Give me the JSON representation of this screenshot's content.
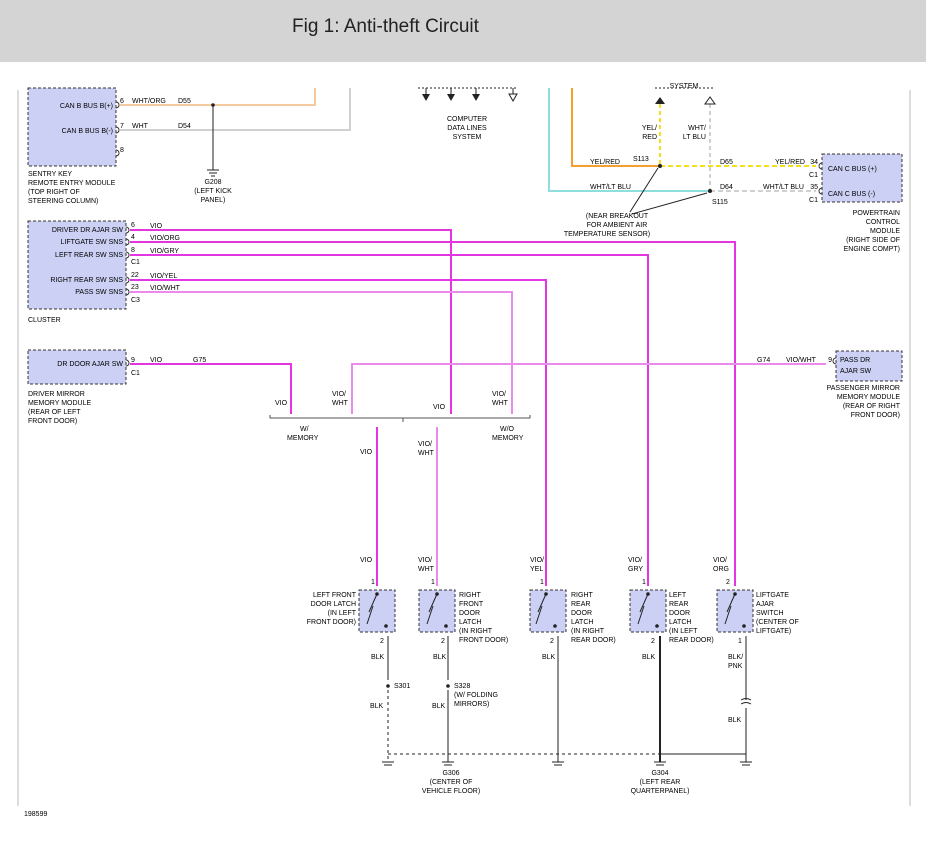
{
  "page": {
    "title": "Fig 1: Anti-theft Circuit",
    "figure_id": "198599"
  },
  "colors": {
    "title_bar": "#d4d4d4",
    "module_fill": "#ccd0f4",
    "violet": "#e236e2",
    "violet_white": "#ea8aea",
    "white_orange": "#f4caa0",
    "white": "#d0d0d0",
    "yellow_red": "#f3a030",
    "yellow_dash": "#f0e020",
    "white_lt_blue": "#8edede",
    "black": "#222222"
  },
  "sentry_key": {
    "pins": [
      "CAN B BUS B(+)",
      "CAN B BUS B(-)"
    ],
    "pin_nums": [
      "6",
      "7",
      "8"
    ],
    "wires": [
      "WHT/ORG",
      "WHT"
    ],
    "circuits": [
      "D55",
      "D54"
    ],
    "caption": [
      "SENTRY KEY",
      "REMOTE ENTRY MODULE",
      "(TOP RIGHT OF",
      "STEERING COLUMN)"
    ]
  },
  "g208": {
    "label": "G208",
    "caption": [
      "(LEFT KICK",
      "PANEL)"
    ]
  },
  "computer_data": [
    "COMPUTER",
    "DATA LINES",
    "SYSTEM"
  ],
  "system_partial": "SYSTEM",
  "splices": {
    "s113": "S113",
    "s115": "S115",
    "yel_red_vert": [
      "YEL/",
      "RED"
    ],
    "wht_lt_blu_vert": [
      "WHT/",
      "LT BLU"
    ],
    "yel_red": "YEL/RED",
    "wht_lt_blu": "WHT/LT BLU",
    "d65": "D65",
    "d64": "D64",
    "caption": [
      "(NEAR BREAKOUT",
      "FOR AMBIENT AIR",
      "TEMPERATURE SENSOR)"
    ]
  },
  "pcm": {
    "pins": [
      "CAN C BUS (+)",
      "CAN C BUS (-)"
    ],
    "pin_nums": [
      "34",
      "35"
    ],
    "connector": "C1",
    "caption": [
      "POWERTRAIN",
      "CONTROL",
      "MODULE",
      "(RIGHT SIDE OF",
      "ENGINE COMPT)"
    ]
  },
  "cluster": {
    "pins": [
      "DRIVER DR AJAR SW",
      "LIFTGATE SW SNS",
      "LEFT REAR SW SNS",
      "RIGHT REAR SW SNS",
      "PASS SW SNS"
    ],
    "pin_nums": [
      "6",
      "4",
      "8",
      "22",
      "23"
    ],
    "wires": [
      "VIO",
      "VIO/ORG",
      "VIO/GRY",
      "VIO/YEL",
      "VIO/WHT"
    ],
    "connectors": [
      "C1",
      "C3"
    ],
    "caption": "CLUSTER"
  },
  "driver_mirror": {
    "pin": "DR DOOR AJAR SW",
    "pin_num": "9",
    "connector": "C1",
    "wire": "VIO",
    "circuit": "G75",
    "caption": [
      "DRIVER MIRROR",
      "MEMORY MODULE",
      "(REAR OF LEFT",
      "FRONT DOOR)"
    ]
  },
  "pass_mirror": {
    "pin": [
      "PASS DR",
      "AJAR SW"
    ],
    "pin_num": "9",
    "wire": "VIO/WHT",
    "circuit": "G74",
    "caption": [
      "PASSENGER MIRROR",
      "MEMORY MODULE",
      "(REAR OF RIGHT",
      "FRONT DOOR)"
    ]
  },
  "options": {
    "vio": "VIO",
    "vio_wht": [
      "VIO/",
      "WHT"
    ],
    "with_memory": [
      "W/",
      "MEMORY"
    ],
    "without_memory": [
      "W/O",
      "MEMORY"
    ]
  },
  "latches": [
    {
      "wire": [
        "VIO"
      ],
      "caption": [
        "LEFT FRONT",
        "DOOR LATCH",
        "(IN LEFT",
        "FRONT DOOR)"
      ]
    },
    {
      "wire": [
        "VIO/",
        "WHT"
      ],
      "caption": [
        "RIGHT",
        "FRONT",
        "DOOR",
        "LATCH",
        "(IN RIGHT",
        "FRONT DOOR)"
      ]
    },
    {
      "wire": [
        "VIO/",
        "YEL"
      ],
      "caption": [
        "RIGHT",
        "REAR",
        "DOOR",
        "LATCH",
        "(IN RIGHT",
        "REAR DOOR)"
      ]
    },
    {
      "wire": [
        "VIO/",
        "GRY"
      ],
      "caption": [
        "LEFT",
        "REAR",
        "DOOR",
        "LATCH",
        "(IN LEFT",
        "REAR DOOR)"
      ]
    },
    {
      "wire": [
        "VIO/",
        "ORG"
      ],
      "caption": [
        "LIFTGATE",
        "AJAR",
        "SWITCH",
        "(CENTER OF",
        "LIFTGATE)"
      ]
    }
  ],
  "pin_labels": {
    "one": "1",
    "two": "2"
  },
  "grounds": {
    "blk": "BLK",
    "blk_pnk": [
      "BLK/",
      "PNK"
    ],
    "s301": "S301",
    "s328": "S328",
    "s328_caption": [
      "(W/ FOLDING",
      "MIRRORS)"
    ],
    "g306": "G306",
    "g306_caption": [
      "(CENTER OF",
      "VEHICLE FLOOR)"
    ],
    "g304": "G304",
    "g304_caption": [
      "(LEFT REAR",
      "QUARTERPANEL)"
    ]
  }
}
